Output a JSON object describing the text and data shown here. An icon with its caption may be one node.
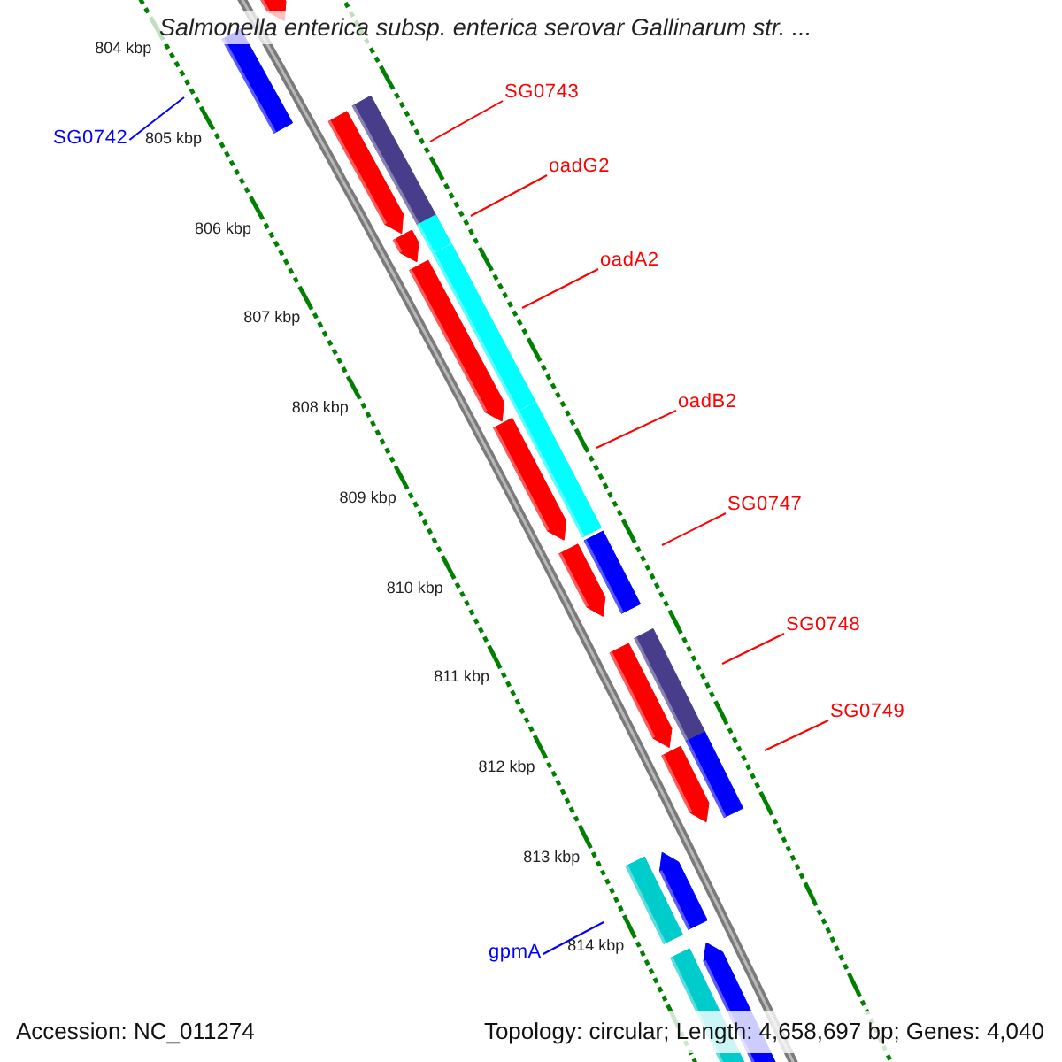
{
  "diagram": {
    "title": "Salmonella enterica subsp. enterica serovar Gallinarum str. ...",
    "nodes": [
      {
        "text": [
          "SG0743"
        ]
      },
      {
        "text": [
          "SG0742"
        ]
      },
      {
        "text": [
          "oadG2"
        ]
      },
      {
        "text": [
          "oadA2"
        ]
      },
      {
        "text": [
          "oadB2"
        ]
      },
      {
        "text": [
          "SG0747"
        ]
      },
      {
        "text": [
          "SG0748"
        ]
      },
      {
        "text": [
          "SG0749"
        ]
      },
      {
        "text": [
          "gpmA"
        ]
      }
    ],
    "edges": [
      {
        "from": 0,
        "to": null,
        "arrow": "none"
      },
      {
        "from": 1,
        "to": null,
        "arrow": "none",
        "color": "#0000ff"
      },
      {
        "from": 2,
        "to": null,
        "arrow": "none"
      },
      {
        "from": 3,
        "to": null,
        "arrow": "none"
      },
      {
        "from": 4,
        "to": null,
        "arrow": "none"
      },
      {
        "from": 5,
        "to": null,
        "arrow": "none"
      },
      {
        "from": 6,
        "to": null,
        "arrow": "none"
      },
      {
        "from": 7,
        "to": null,
        "arrow": "none"
      },
      {
        "from": 8,
        "to": null,
        "arrow": "none",
        "color": "#0000ff"
      }
    ],
    "labels": [
      "804 kbp",
      "805 kbp",
      "806 kbp",
      "807 kbp",
      "808 kbp",
      "809 kbp",
      "810 kbp",
      "811 kbp",
      "812 kbp",
      "813 kbp",
      "814 kbp",
      "Accession: NC_011274",
      "Topology: circular; Length: 4,658,697 bp; Genes: 4,040"
    ]
  }
}
